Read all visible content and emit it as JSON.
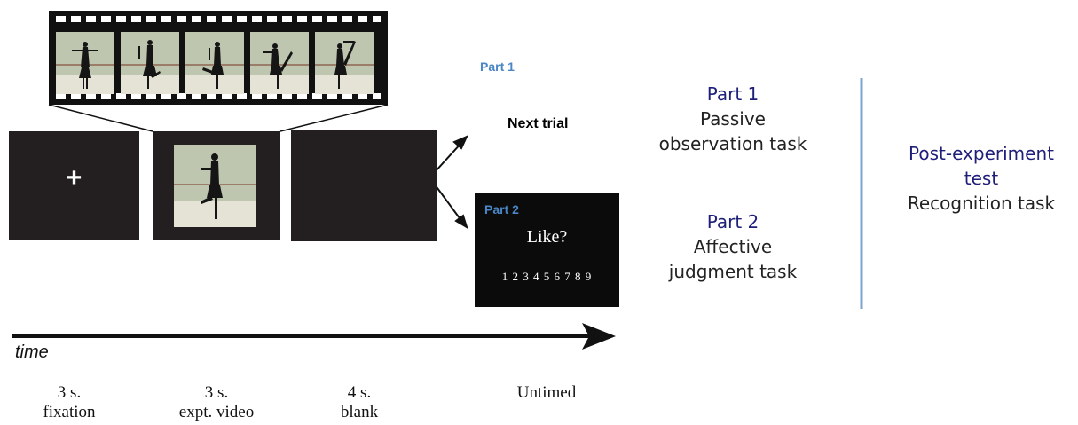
{
  "top_part1_label": "Part 1",
  "next_trial": "Next trial",
  "fixation_symbol": "+",
  "rating_screen": {
    "part_label": "Part 2",
    "question": "Like?",
    "scale": "1 2 3 4 5 6 7 8 9"
  },
  "time_axis_label": "time",
  "timeline": [
    {
      "duration": "3 s.",
      "phase": "fixation"
    },
    {
      "duration": "3 s.",
      "phase": "expt. video"
    },
    {
      "duration": "4 s.",
      "phase": "blank"
    },
    {
      "duration": "Untimed",
      "phase": ""
    }
  ],
  "parts": {
    "part1_title": "Part 1",
    "part1_line1": "Passive",
    "part1_line2": "observation task",
    "part2_title": "Part 2",
    "part2_line1": "Affective",
    "part2_line2": "judgment task"
  },
  "post": {
    "title_line1": "Post-experiment",
    "title_line2": "test",
    "subtitle": "Recognition task"
  },
  "colors": {
    "screen": "#231f20",
    "title_blue": "#1f1f7a",
    "label_blue": "#4a86c5",
    "divider": "#7fa3cf"
  }
}
